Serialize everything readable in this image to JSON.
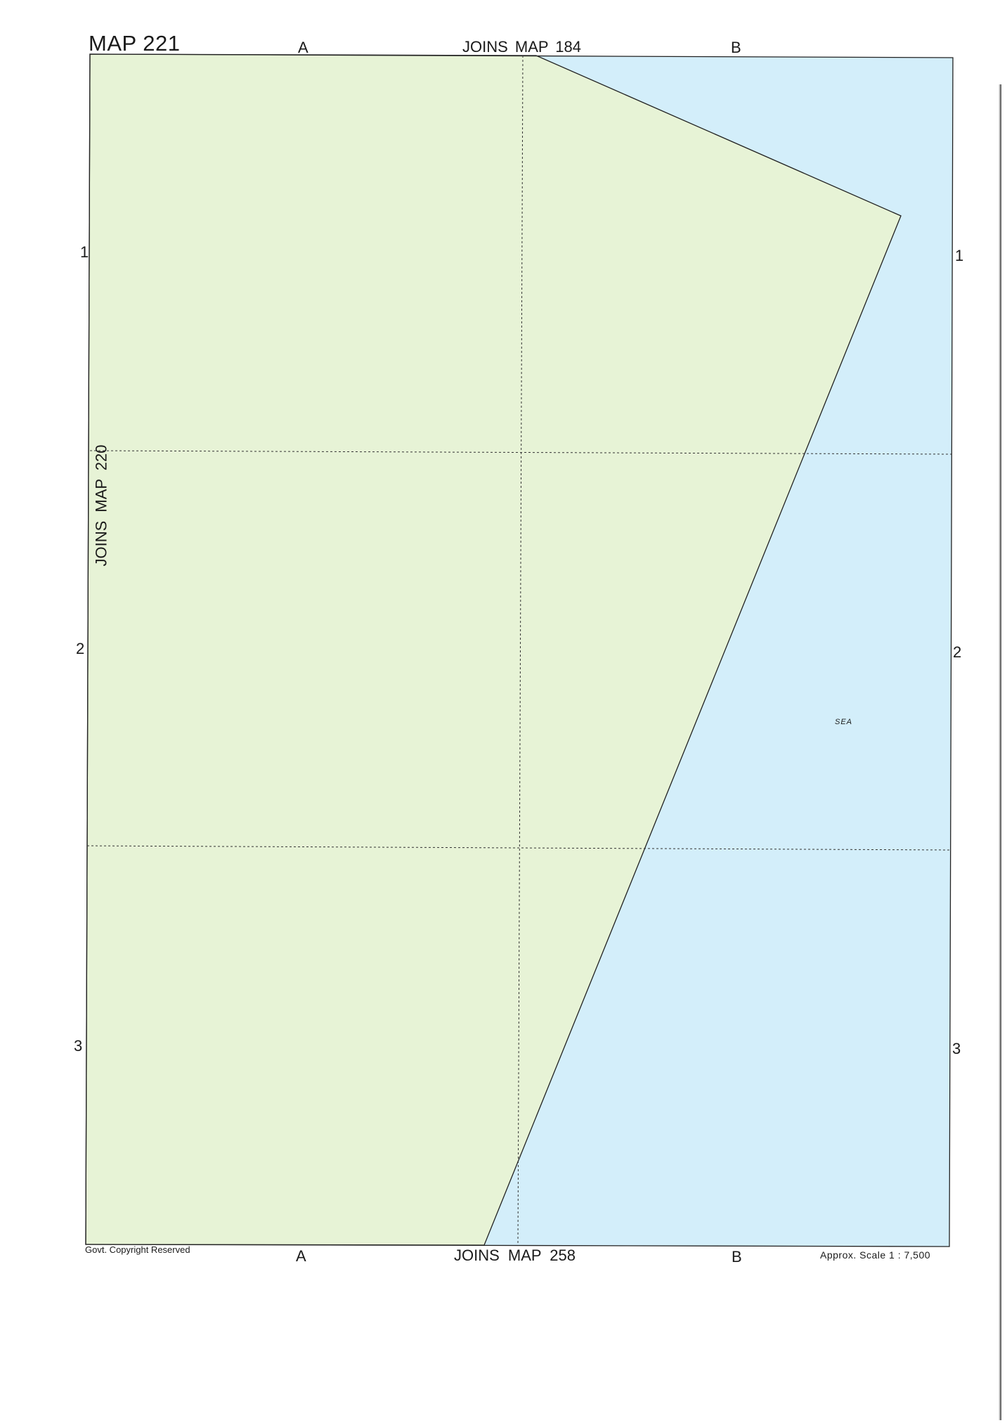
{
  "map": {
    "title": "MAP 221",
    "joins_top": "JOINS MAP 184",
    "joins_bottom": "JOINS MAP 258",
    "joins_left": "JOINS MAP 220",
    "columns": [
      "A",
      "B"
    ],
    "rows": [
      "1",
      "2",
      "3"
    ],
    "copyright": "Govt. Copyright Reserved",
    "scale": "Approx. Scale 1 : 7,500",
    "sea_label": "SEA",
    "colors": {
      "land": "#e7f3d6",
      "sea": "#d3eefa",
      "outline": "#222222",
      "grid": "#333333"
    }
  }
}
